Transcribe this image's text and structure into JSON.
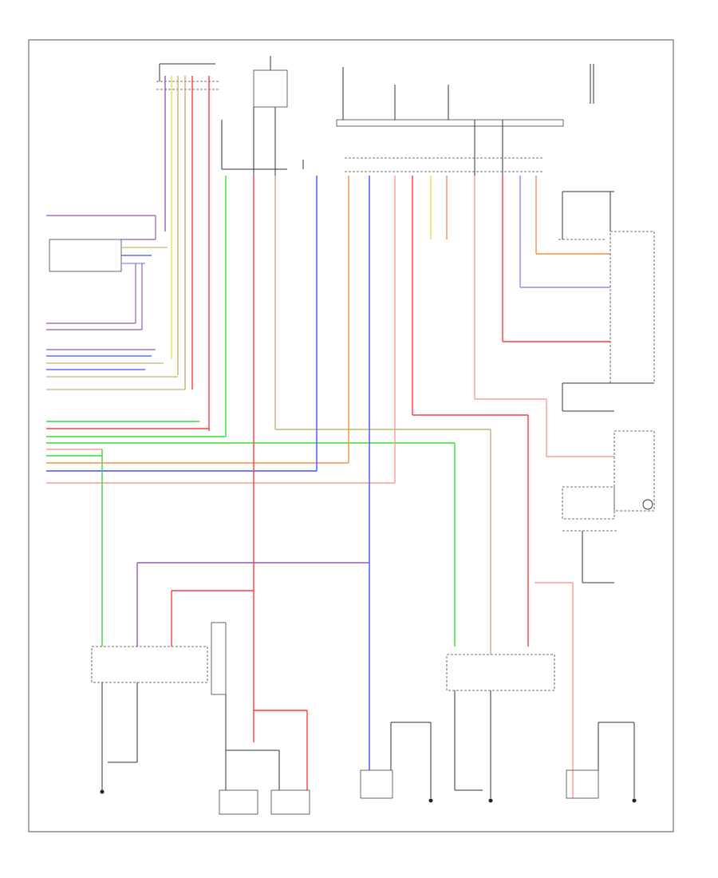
{
  "diagram": {
    "footer_code": "",
    "colors": {
      "black": "#333333",
      "red": "#ff3b3b",
      "pink": "#ff9a9a",
      "green": "#33dd33",
      "blue": "#4b4bff",
      "violet": "#9b59b6",
      "orange": "#ff8c3b",
      "yellow": "#e8e04a",
      "tan": "#c8b070",
      "lightblue": "#8888ff"
    },
    "components": [
      {
        "id": "c1"
      },
      {
        "id": "c2"
      },
      {
        "id": "c3"
      },
      {
        "id": "c4"
      },
      {
        "id": "c5"
      },
      {
        "id": "c6"
      },
      {
        "id": "c7"
      },
      {
        "id": "c8"
      },
      {
        "id": "c9"
      },
      {
        "id": "c10"
      }
    ]
  }
}
